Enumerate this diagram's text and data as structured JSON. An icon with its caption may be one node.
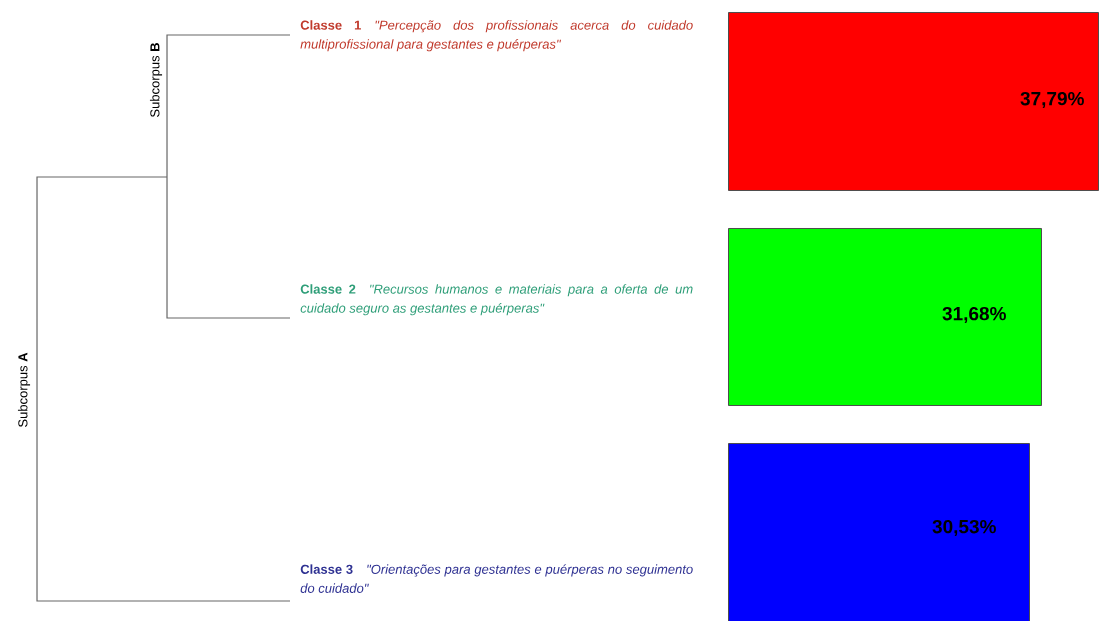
{
  "diagram": {
    "nodes": [
      {
        "text": [
          "Classe 1",
          "\"Percepção dos profissionais acerca do cuidado multiprofissional para gestantes e puérperas\""
        ]
      },
      {
        "text": [
          "Classe 2",
          "\"Recursos humanos e materiais para a oferta de um cuidado seguro as gestantes e puérperas\""
        ]
      },
      {
        "text": [
          "Classe 3",
          "\"Orientações para gestantes e puérperas no seguimento do cuidado\""
        ]
      },
      {
        "text": [
          "37,79%"
        ]
      },
      {
        "text": [
          "31,68%"
        ]
      },
      {
        "text": [
          "30,53%"
        ]
      }
    ],
    "labels": [
      "Subcorpus **B**",
      "Subcorpus **A**"
    ]
  }
}
